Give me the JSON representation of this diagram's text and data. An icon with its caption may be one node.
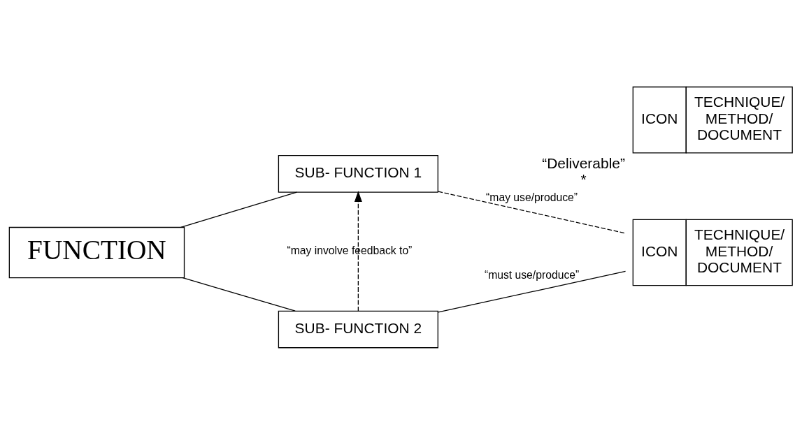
{
  "diagram": {
    "nodes": [
      {
        "text": [
          "FUNCTION"
        ]
      },
      {
        "text": [
          "SUB- FUNCTION 1"
        ]
      },
      {
        "text": [
          "ICON",
          "TECHNIQUE/ METHOD/ DOCUMENT"
        ]
      },
      {
        "text": [
          "SUB- FUNCTION 2"
        ]
      },
      {
        "text": [
          "ICON",
          "TECHNIQUE/ METHOD/ DOCUMENT"
        ],
        "beside": [
          "“Deliverable”",
          "*"
        ]
      }
    ],
    "edges": [
      {
        "from": 0,
        "to": 1,
        "arrow": "none"
      },
      {
        "from": 0,
        "to": 3,
        "arrow": "none"
      },
      {
        "from": 1,
        "to": 2,
        "arrow": "none",
        "style": "dashed",
        "label": "“may use/produce”"
      },
      {
        "from": 3,
        "to": 2,
        "arrow": "none",
        "label": "“must use/produce”"
      },
      {
        "from": 3,
        "to": 1,
        "arrow": "to",
        "style": "dashed",
        "label": "“may involve feedback to”"
      }
    ]
  }
}
